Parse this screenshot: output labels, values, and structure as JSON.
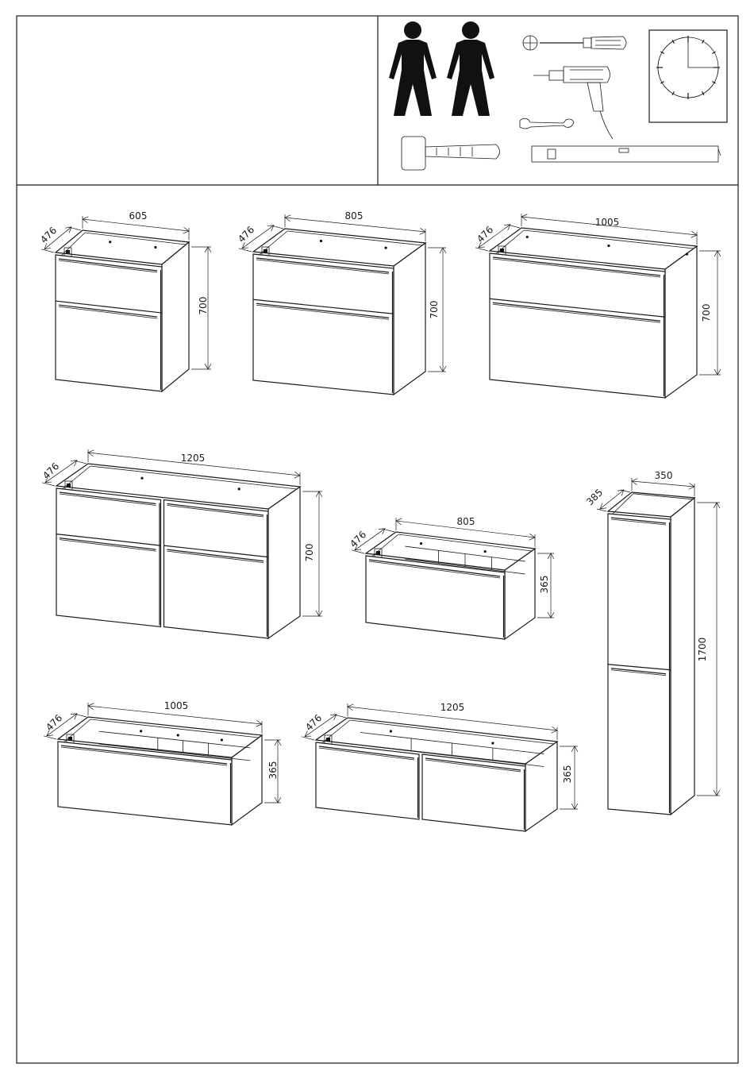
{
  "colors": {
    "line": "#1a1a1a",
    "clock_fill": "#1a1aff",
    "background": "#ffffff"
  },
  "header": {
    "icons": [
      "two-person-icon",
      "phillips-screwdriver-icon",
      "drill-icon",
      "wrench-icon",
      "mallet-icon",
      "spirit-level-icon",
      "clock-icon"
    ],
    "assembly_time_fraction": 0.75
  },
  "units": {
    "u605": {
      "width": "605",
      "depth": "476",
      "height": "700"
    },
    "u805": {
      "width": "805",
      "depth": "476",
      "height": "700"
    },
    "u1005": {
      "width": "1005",
      "depth": "476",
      "height": "700"
    },
    "u1205": {
      "width": "1205",
      "depth": "476",
      "height": "700"
    },
    "s805": {
      "width": "805",
      "depth": "476",
      "height": "365"
    },
    "s1005": {
      "width": "1005",
      "depth": "476",
      "height": "365"
    },
    "s1205": {
      "width": "1205",
      "depth": "476",
      "height": "365"
    },
    "tall": {
      "width": "350",
      "depth": "385",
      "height": "1700"
    }
  }
}
